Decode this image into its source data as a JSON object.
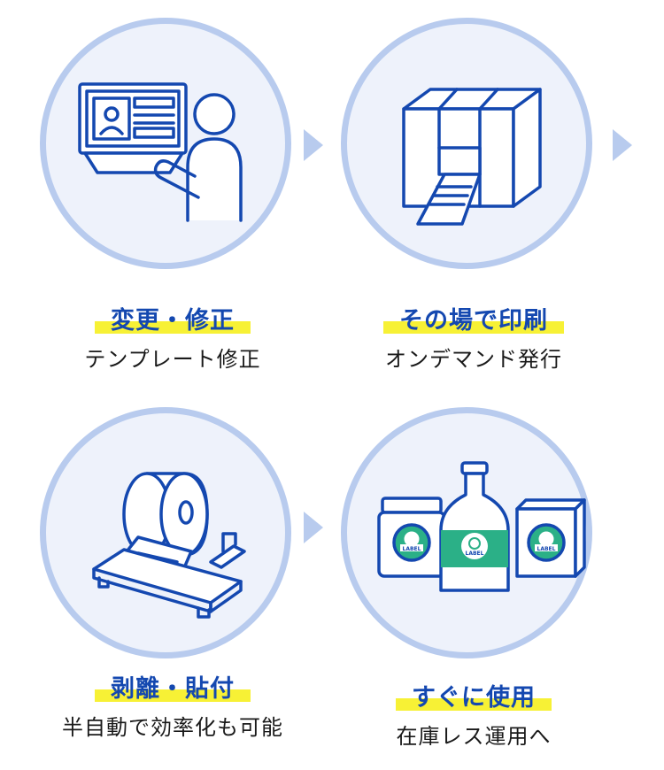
{
  "steps": [
    {
      "title": "変更・修正",
      "subtitle": "テンプレート修正",
      "icon": "person-computer-icon"
    },
    {
      "title": "その場で印刷",
      "subtitle": "オンデマンド発行",
      "icon": "label-printer-icon"
    },
    {
      "title": "剥離・貼付",
      "subtitle": "半自動で効率化も可能",
      "icon": "label-applicator-icon"
    },
    {
      "title": "すぐに使用",
      "subtitle": "在庫レス運用へ",
      "icon": "labeled-products-icon"
    }
  ],
  "label_text": "LABEL",
  "colors": {
    "line": "#1448b0",
    "circle_border": "#b8cbee",
    "circle_fill": "#eef2fb",
    "highlight": "#f7f135",
    "label_green": "#2bb087"
  }
}
